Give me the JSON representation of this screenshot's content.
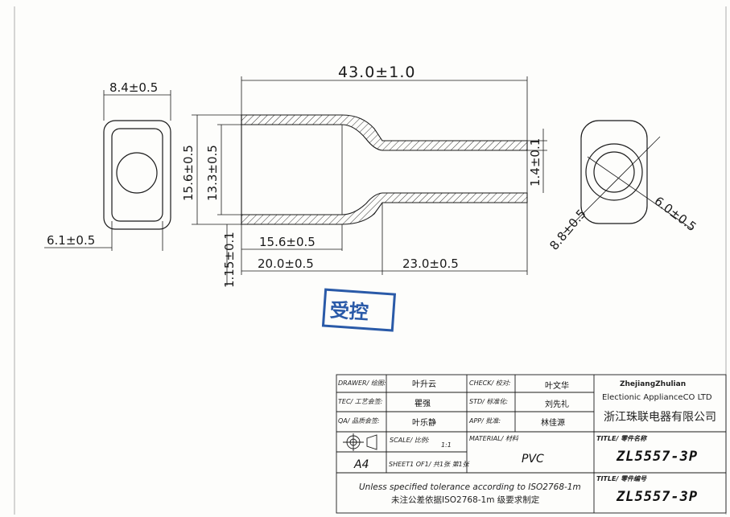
{
  "dimensions": {
    "overall_length": "43.0±1.0",
    "width_front": "8.4±0.5",
    "inner_width_front": "6.1±0.5",
    "outer_height": "15.6±0.5",
    "inner_height": "13.3±0.5",
    "inner_length": "15.6±0.5",
    "wall_thickness": "1.15±0.1",
    "body_length": "20.0±0.5",
    "tail_length": "23.0±0.5",
    "tail_wall": "1.4±0.1",
    "hole_diameter": "6.0±0.5",
    "outer_diag": "8.8±0.5"
  },
  "stamp": "受控",
  "title_block": {
    "drawer_label": "DRAWER/ 绘图:",
    "drawer": "叶升云",
    "check_label": "CHECK/ 校对:",
    "check": "叶文华",
    "tec_label": "TEC/ 工艺会签:",
    "tec": "瞿强",
    "std_label": "STD/ 标准化:",
    "std": "刘先礼",
    "qa_label": "QA/ 品质会签:",
    "qa": "叶乐静",
    "app_label": "APP/ 批准:",
    "app": "林佳源",
    "scale_label": "SCALE/ 比例:",
    "scale": "1:1",
    "material_label": "MATERIAL/ 材料",
    "material": "PVC",
    "paper": "A4",
    "sheet": "SHEET1 OF1/ 共1张 第1张",
    "company_en_1": "ZhejiangZhulian",
    "company_en_2": "Electionic ApplianceCO LTD",
    "company_cn": "浙江珠联电器有限公司",
    "title_label_1": "TITLE/ 零件名称",
    "part_name": "ZL5557-3P",
    "title_label_2": "TITLE/ 零件编号",
    "part_no": "ZL5557-3P",
    "note_en": "Unless specified tolerance according to ISO2768-1m",
    "note_cn": "未注公差依据ISO2768-1m 级要求制定"
  },
  "colors": {
    "line": "#1a1a1a",
    "stamp": "#2a5aa8",
    "hatch": "#333333"
  }
}
